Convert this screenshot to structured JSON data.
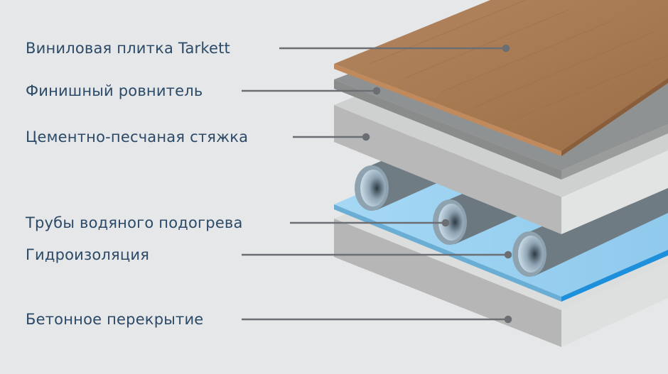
{
  "labels": [
    "Виниловая плитка Tarkett",
    "Финишный ровнитель",
    "Цементно-песчаная стяжка",
    "Трубы водяного подогрева",
    "Гидроизоляция",
    "Бетонное перекрытие"
  ],
  "colors": {
    "background": "#e6e7e9",
    "text": "#2c4a67",
    "leader": "#6b6e72",
    "wood": "#a87a52",
    "waterproofing": "#9fd4f2",
    "concrete": "#b5b6b5"
  }
}
